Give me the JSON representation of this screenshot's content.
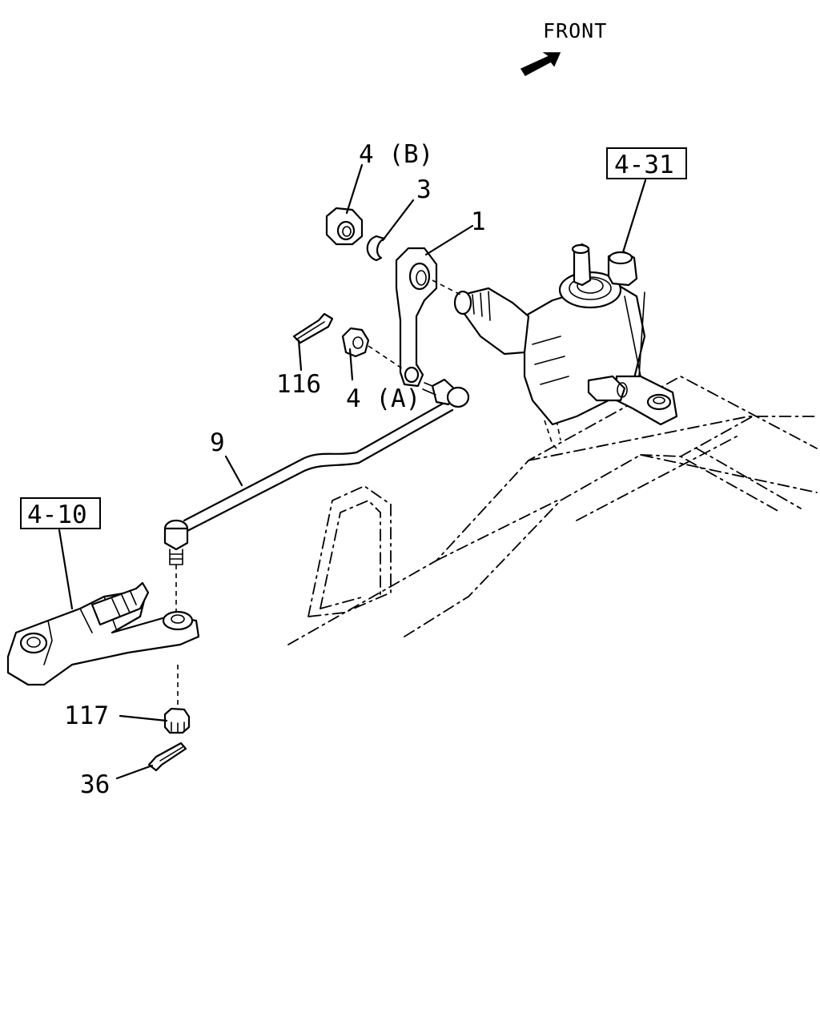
{
  "orientation": {
    "label": "FRONT",
    "icon": "front-arrow-icon"
  },
  "references": {
    "steering_gear_ref": "4-31",
    "knuckle_ref": "4-10"
  },
  "callouts": {
    "nut_b": "4 (B)",
    "snap_ring": "3",
    "pitman_arm": "1",
    "cotter_pin_upper": "116",
    "nut_a": "4 (A)",
    "drag_link": "9",
    "castle_nut": "117",
    "cotter_pin_lower": "36"
  }
}
